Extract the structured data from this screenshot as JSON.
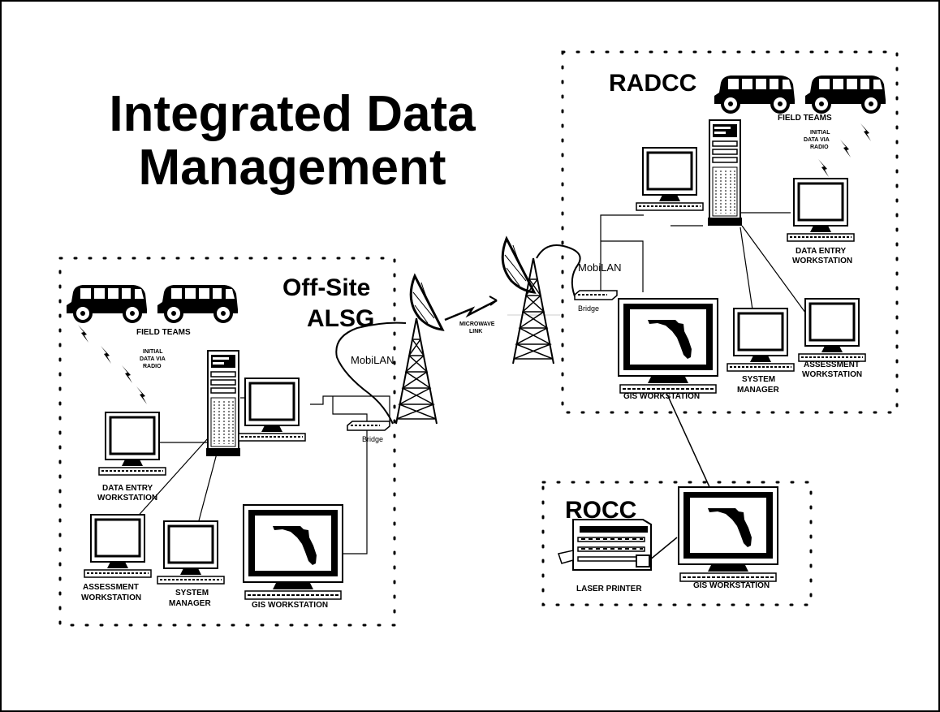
{
  "title": {
    "line1": "Integrated Data",
    "line2": "Management"
  },
  "sites": {
    "alsg": {
      "name_line1": "Off-Site",
      "name_line2": "ALSG",
      "field_teams": "FIELD TEAMS",
      "radio_line1": "INITIAL",
      "radio_line2": "DATA VIA",
      "radio_line3": "RADIO",
      "data_entry_line1": "DATA ENTRY",
      "data_entry_line2": "WORKSTATION",
      "assessment_line1": "ASSESSMENT",
      "assessment_line2": "WORKSTATION",
      "system_manager_line1": "SYSTEM",
      "system_manager_line2": "MANAGER",
      "gis": "GIS WORKSTATION",
      "mobilan": "MobiLAN",
      "bridge": "Bridge"
    },
    "radcc": {
      "name": "RADCC",
      "field_teams": "FIELD TEAMS",
      "radio_line1": "INITIAL",
      "radio_line2": "DATA VIA",
      "radio_line3": "RADIO",
      "data_entry_line1": "DATA ENTRY",
      "data_entry_line2": "WORKSTATION",
      "assessment_line1": "ASSESSMENT",
      "assessment_line2": "WORKSTATION",
      "system_manager_line1": "SYSTEM",
      "system_manager_line2": "MANAGER",
      "gis": "GIS WORKSTATION",
      "mobilan": "MobiLAN",
      "bridge": "Bridge"
    },
    "rocc": {
      "name": "ROCC",
      "printer": "LASER PRINTER",
      "gis": "GIS WORKSTATION"
    }
  },
  "link": {
    "line1": "MICROWAVE",
    "line2": "LINK"
  },
  "icons": [
    "van-icon",
    "radio-bolt-icon",
    "server-tower-icon",
    "monitor-icon",
    "keyboard-icon",
    "florida-map-icon",
    "dish-antenna-icon",
    "lattice-tower-icon",
    "bridge-device-icon",
    "laser-printer-icon"
  ],
  "colors": {
    "ink": "#000000",
    "background": "#ffffff",
    "screen": "#ffffff"
  }
}
